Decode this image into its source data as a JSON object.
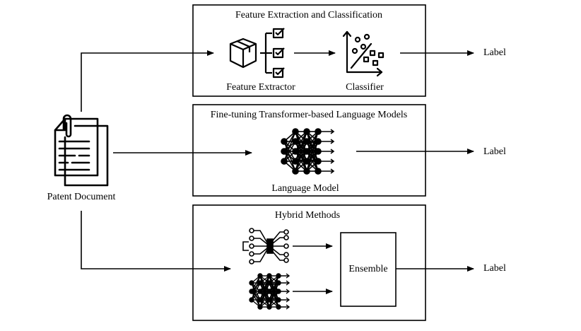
{
  "input": {
    "label": "Patent Document",
    "icon": "patent-document-icon"
  },
  "panels": {
    "feature": {
      "title": "Feature Extraction and Classification",
      "extractor_label": "Feature Extractor",
      "classifier_label": "Classifier",
      "output_label": "Label"
    },
    "finetune": {
      "title": "Fine-tuning Transformer-based Language Models",
      "model_label": "Language Model",
      "output_label": "Label"
    },
    "hybrid": {
      "title": "Hybrid Methods",
      "ensemble_label": "Ensemble",
      "output_label": "Label"
    }
  }
}
